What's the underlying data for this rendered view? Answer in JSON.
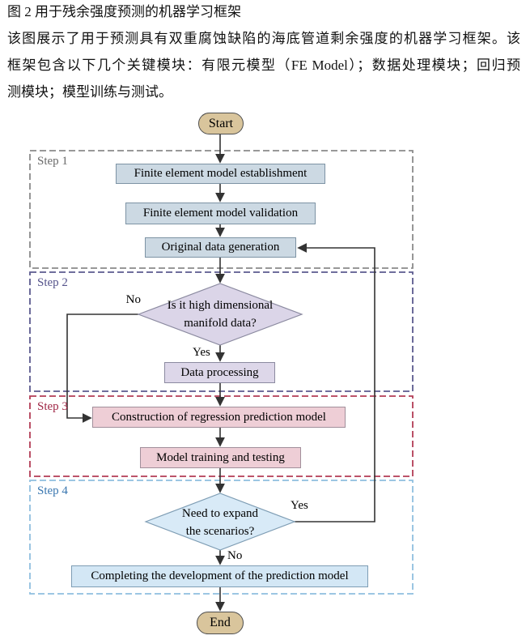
{
  "header": {
    "title": "图 2 用于残余强度预测的机器学习框架",
    "body_lines": [
      "该图展示了用于预测具有双重腐蚀缺陷的海底管道剩余强度的机器学习框架。该",
      "框架包含以下几个关键模块：有限元模型（FE Model）；数据处理模块；回归预",
      "测模块；模型训练与测试。"
    ]
  },
  "flowchart": {
    "steps": [
      {
        "label": "Step 1",
        "border_color": "#8a8a8a",
        "label_color": "#6a6a6a"
      },
      {
        "label": "Step 2",
        "border_color": "#5b5a8e",
        "label_color": "#55538b"
      },
      {
        "label": "Step 3",
        "border_color": "#b23c55",
        "label_color": "#a02746"
      },
      {
        "label": "Step 4",
        "border_color": "#8fbfdf",
        "label_color": "#3a77b0"
      }
    ],
    "nodes": {
      "start": "Start",
      "fe_establishment": "Finite element model establishment",
      "fe_validation": "Finite element model validation",
      "data_generation": "Original data generation",
      "manifold_decision": "Is it high dimensional\nmanifold data?",
      "data_processing": "Data processing",
      "regression_construction": "Construction of regression prediction model",
      "training_testing": "Model training and testing",
      "expand_decision": "Need to expand\nthe scenarios?",
      "completion": "Completing the development of the prediction model",
      "end": "End"
    },
    "edge_labels": {
      "manifold_no": "No",
      "manifold_yes": "Yes",
      "expand_yes": "Yes",
      "expand_no": "No"
    },
    "colors": {
      "step1_process_fill": "#ccd9e3",
      "step2_decision_fill": "#dbd5e8",
      "step2_process_fill": "#ddd7e9",
      "step3_process_fill": "#eeced6",
      "step4_decision_fill": "#d8eaf7",
      "step4_process_fill": "#d3e7f5",
      "terminal_fill": "#d9c59c",
      "arrow_color": "#333333"
    }
  }
}
